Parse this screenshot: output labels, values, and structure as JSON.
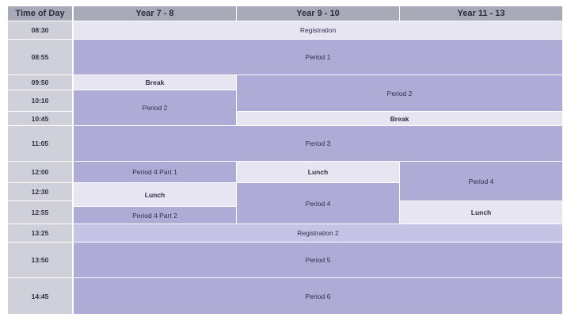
{
  "headers": {
    "time_of_day": "Time of Day",
    "year_7_8": "Year 7 - 8",
    "year_9_10": "Year 9 - 10",
    "year_11_13": "Year 11 - 13"
  },
  "times": [
    "08:30",
    "08:55",
    "09:50",
    "10:10",
    "10:45",
    "11:05",
    "12:00",
    "12:30",
    "12:55",
    "13:25",
    "13:50",
    "14:45"
  ],
  "cells": {
    "registration": "Registration",
    "period_1": "Period 1",
    "break_y7_8": "Break",
    "period_2_y9_13": "Period 2",
    "period_2_y7_8": "Period 2",
    "break_y9_13": "Break",
    "period_3": "Period 3",
    "period_4_part_1": "Period 4 Part 1",
    "lunch_y9_10": "Lunch",
    "period_4_y11_13": "Period 4",
    "lunch_y7_8": "Lunch",
    "period_4_y9_10": "Period 4",
    "period_4_part_2": "Period 4 Part 2",
    "lunch_y11_13": "Lunch",
    "registration_2": "Registration 2",
    "period_5": "Period 5",
    "period_6": "Period 6"
  },
  "colors": {
    "header": "#a9aab7",
    "time_column": "#cfd0d9",
    "period": "#aeabd6",
    "break_lunch": "#e6e5f1",
    "registration_2": "#c6c4e6"
  }
}
